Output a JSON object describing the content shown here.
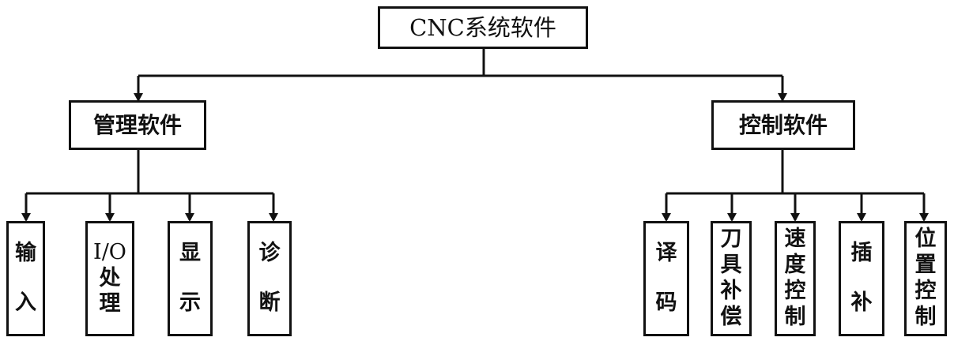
{
  "root": {
    "label": "CNC系统软件"
  },
  "management": {
    "label": "管理软件",
    "children": [
      {
        "id": "input",
        "lines": [
          "输",
          "入"
        ]
      },
      {
        "id": "io",
        "lines": [
          "I/O",
          "处",
          "理"
        ]
      },
      {
        "id": "display",
        "lines": [
          "显",
          "示"
        ]
      },
      {
        "id": "diagnosis",
        "lines": [
          "诊",
          "断"
        ]
      }
    ]
  },
  "control": {
    "label": "控制软件",
    "children": [
      {
        "id": "decode",
        "lines": [
          "译",
          "码"
        ]
      },
      {
        "id": "tool-comp",
        "lines": [
          "刀",
          "具",
          "补",
          "偿"
        ]
      },
      {
        "id": "speed-control",
        "lines": [
          "速",
          "度",
          "控",
          "制"
        ]
      },
      {
        "id": "interpolation",
        "lines": [
          "插",
          "补"
        ]
      },
      {
        "id": "position-control",
        "lines": [
          "位",
          "置",
          "控",
          "制"
        ]
      }
    ]
  }
}
